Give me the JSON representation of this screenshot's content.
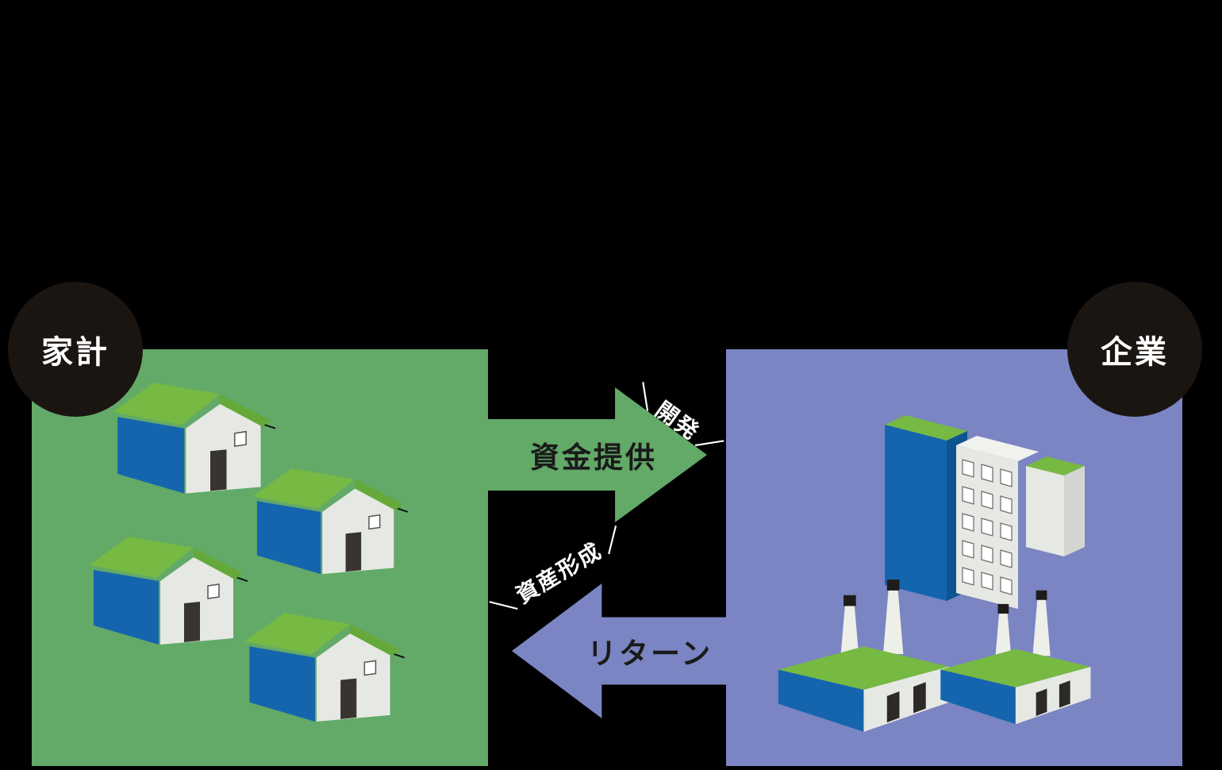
{
  "diagram": {
    "background": "#000000",
    "left_node": {
      "label": "家計",
      "panel_color": "#63a968",
      "circle_color": "#1b1512",
      "label_color": "#ffffff"
    },
    "right_node": {
      "label": "企業",
      "panel_color": "#7b85c3",
      "circle_color": "#1b1512",
      "label_color": "#ffffff"
    },
    "arrow_forward": {
      "label": "資金提供",
      "tag": "開発",
      "color": "#63a968",
      "label_color": "#1a1a1a"
    },
    "arrow_backward": {
      "label": "リターン",
      "tag": "資産形成",
      "color": "#7b85c3",
      "label_color": "#1a1a1a"
    },
    "tag_marks": {
      "open": "＼",
      "close": "／"
    },
    "icons": {
      "left_panel": "house-icon x4",
      "right_panel_buildings": "office-buildings-icon",
      "right_panel_factories": "factory-icon x2"
    },
    "palette": {
      "panel_green": "#63a968",
      "panel_periwinkle": "#7b85c3",
      "roof_green": "#76b943",
      "wall_blue": "#1565ae",
      "light_gray": "#e6e8e3",
      "dark_door": "#2c2926",
      "white": "#ffffff",
      "black": "#000000"
    }
  }
}
